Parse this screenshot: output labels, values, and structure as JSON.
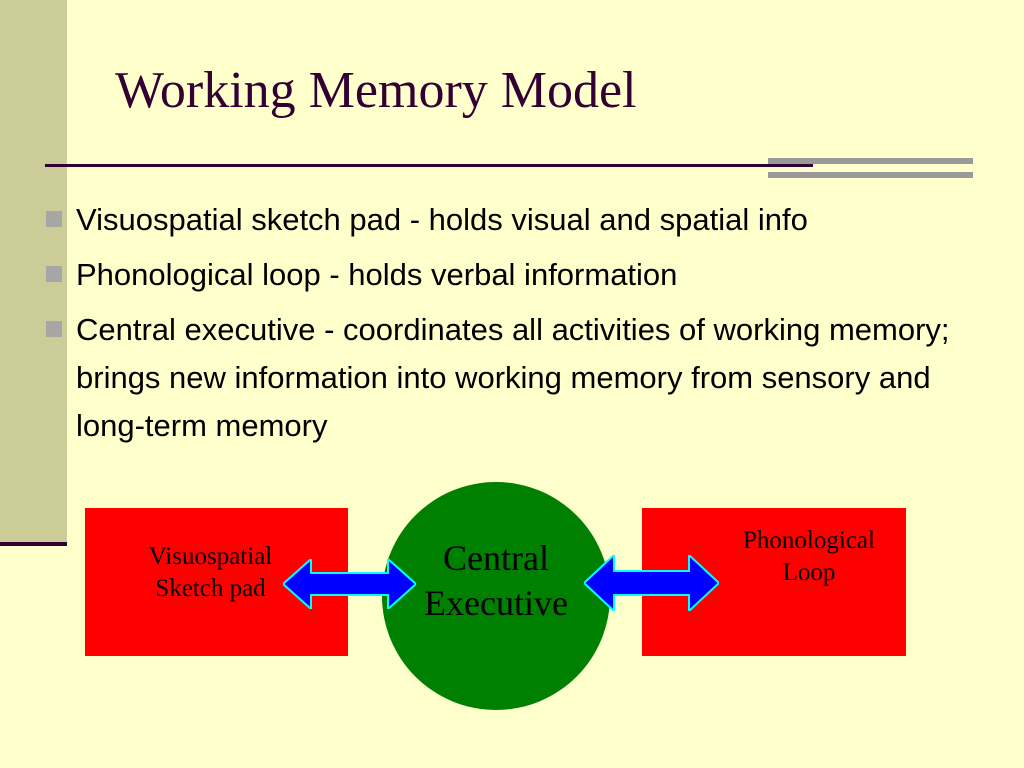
{
  "slide": {
    "title": "Working Memory Model",
    "bullets": [
      "Visuospatial sketch pad - holds visual and spatial info",
      "Phonological loop - holds verbal information",
      "Central executive - coordinates all activities of working memory; brings new information into working memory from sensory and long-term memory"
    ]
  },
  "diagram": {
    "left_box": {
      "line1": "Visuospatial",
      "line2": "Sketch pad"
    },
    "center": {
      "line1": "Central",
      "line2": "Executive"
    },
    "right_box": {
      "line1": "Phonological",
      "line2": "Loop"
    }
  },
  "colors": {
    "background": "#FFFFCC",
    "title_text": "#330033",
    "sidebar": "#CCCC99",
    "box_fill": "#FF0000",
    "circle_fill": "#008000",
    "arrow_fill": "#0000FF",
    "bullet_marker": "#A6A6A6"
  },
  "icons": {
    "bullet": "square-bullet-icon",
    "connector": "double-headed-arrow-icon"
  }
}
